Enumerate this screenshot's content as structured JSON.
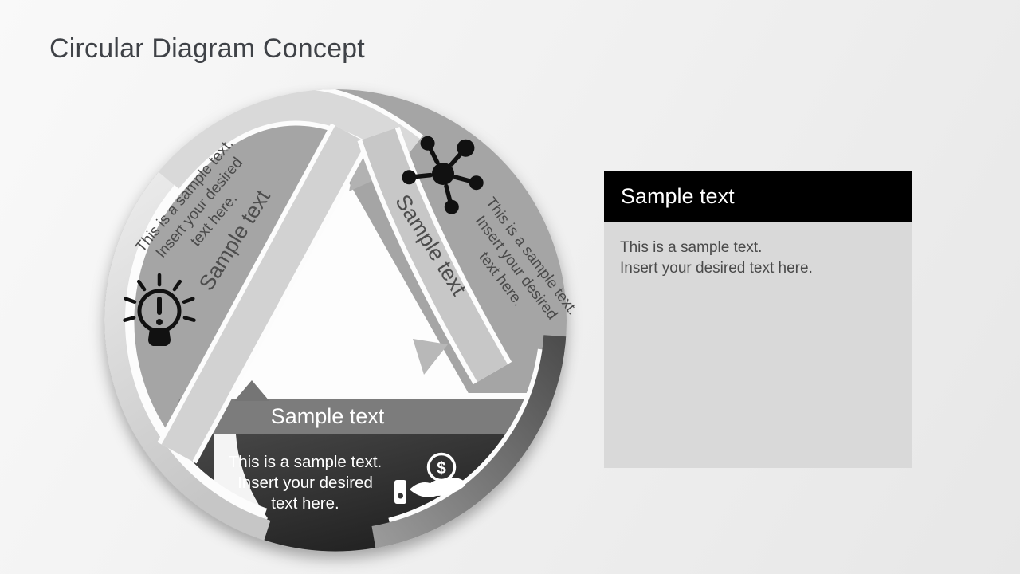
{
  "slide": {
    "title": "Circular Diagram Concept"
  },
  "diagram": {
    "segments": [
      {
        "id": "top-left",
        "icon": "lightbulb-alert-icon",
        "band_label": "Sample text",
        "text_lines": [
          "This is a sample text.",
          "Insert your desired",
          "text here."
        ]
      },
      {
        "id": "top-right",
        "icon": "network-hub-icon",
        "band_label": "Sample text",
        "text_lines": [
          "This is a sample text.",
          "Insert your desired",
          "text here."
        ]
      },
      {
        "id": "bottom",
        "icon": "coin-hand-icon",
        "icon_symbol": "$",
        "band_label": "Sample text",
        "text_lines": [
          "This is a sample text.",
          "Insert your desired",
          "text here."
        ]
      }
    ],
    "colors": {
      "sector_gray": "#a5a5a5",
      "sector_dark": "#2e2e2e",
      "ribbon_light": "#d2d2d2",
      "ribbon_mid": "#c7c7c7",
      "bottom_band": "#7c7c7c",
      "icon_black": "#111111",
      "icon_white": "#ffffff"
    }
  },
  "panel": {
    "title": "Sample text",
    "header_color": "#000000",
    "body_color": "#d9d9d9",
    "body_lines": [
      "This is a sample text.",
      "Insert your desired text here."
    ]
  }
}
